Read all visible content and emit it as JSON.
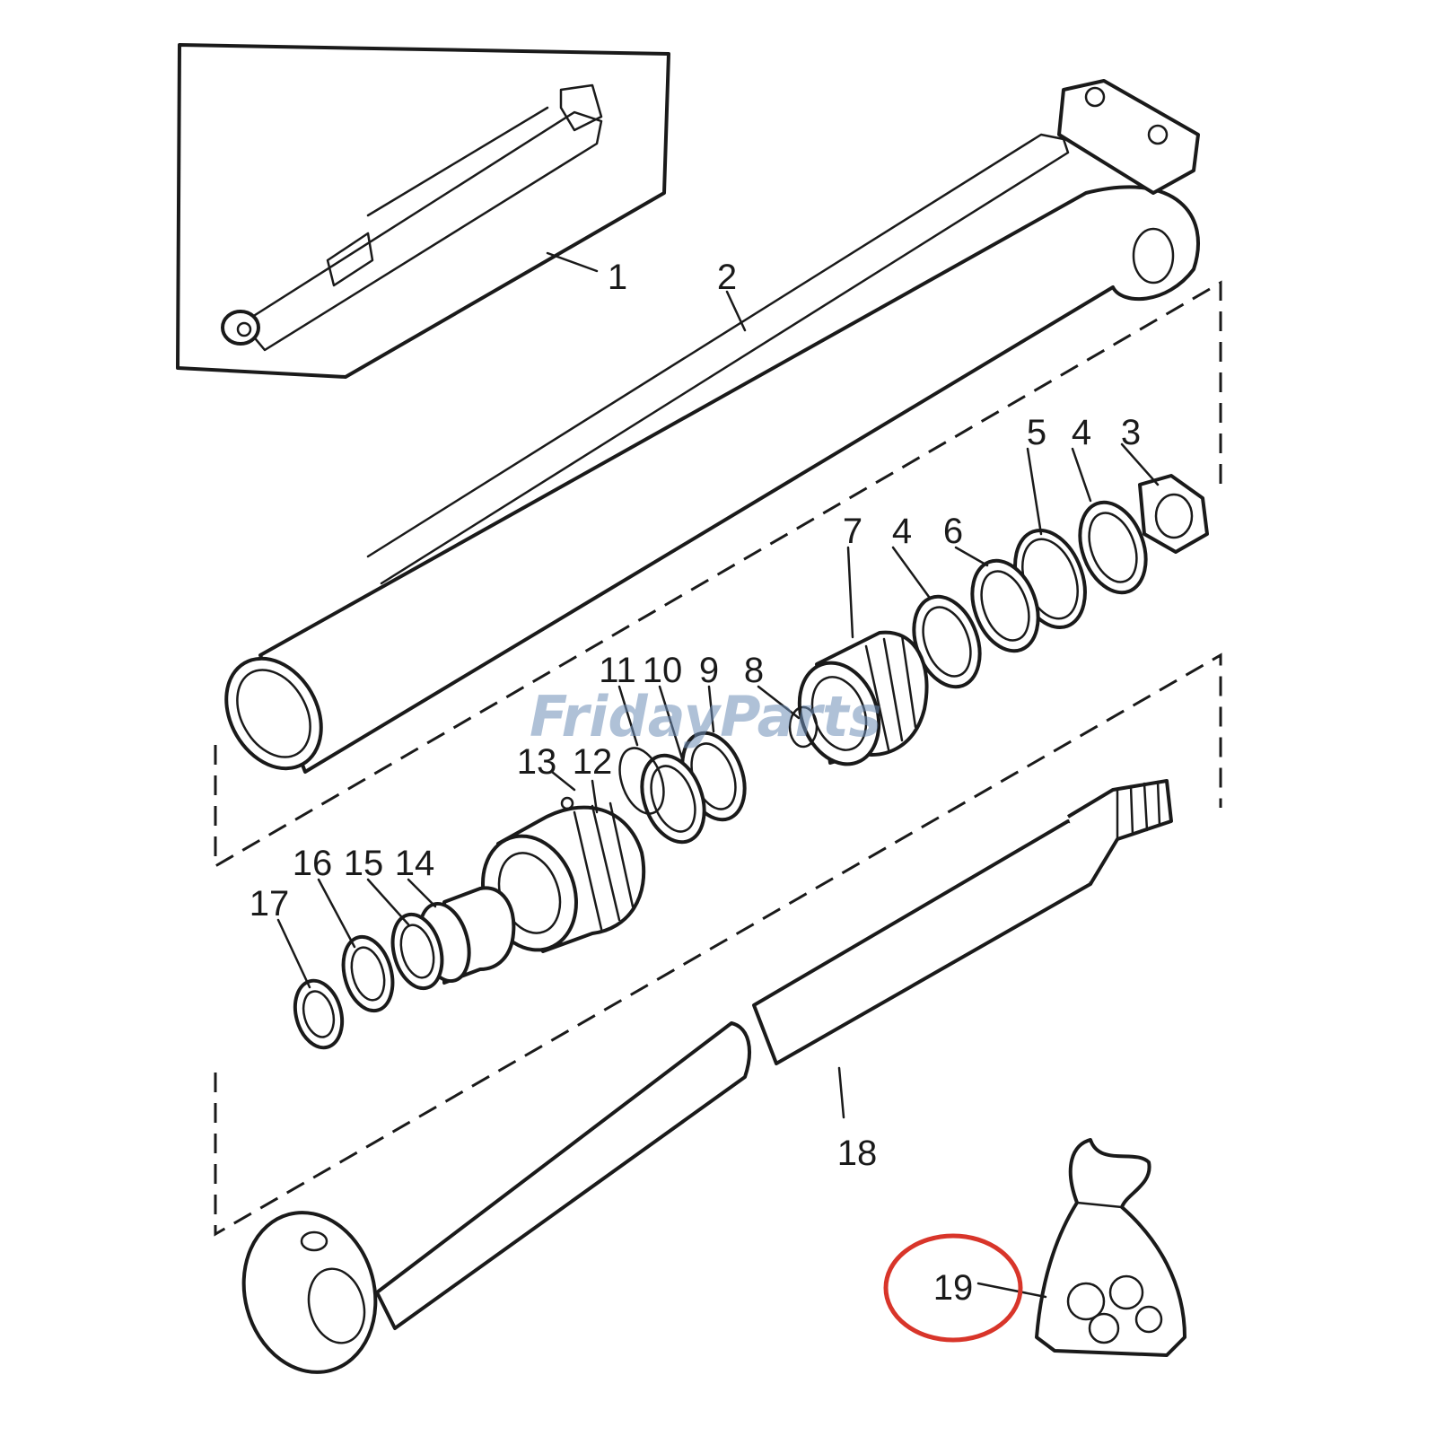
{
  "callouts": [
    "1",
    "2",
    "3",
    "4",
    "5",
    "4",
    "6",
    "7",
    "8",
    "9",
    "10",
    "11",
    "12",
    "13",
    "14",
    "15",
    "16",
    "17",
    "18",
    "19"
  ],
  "watermark": "FridayParts",
  "colors": {
    "line": "#1a1a1a",
    "highlight": "#d8352a",
    "watermark": "#6f8fb8"
  }
}
